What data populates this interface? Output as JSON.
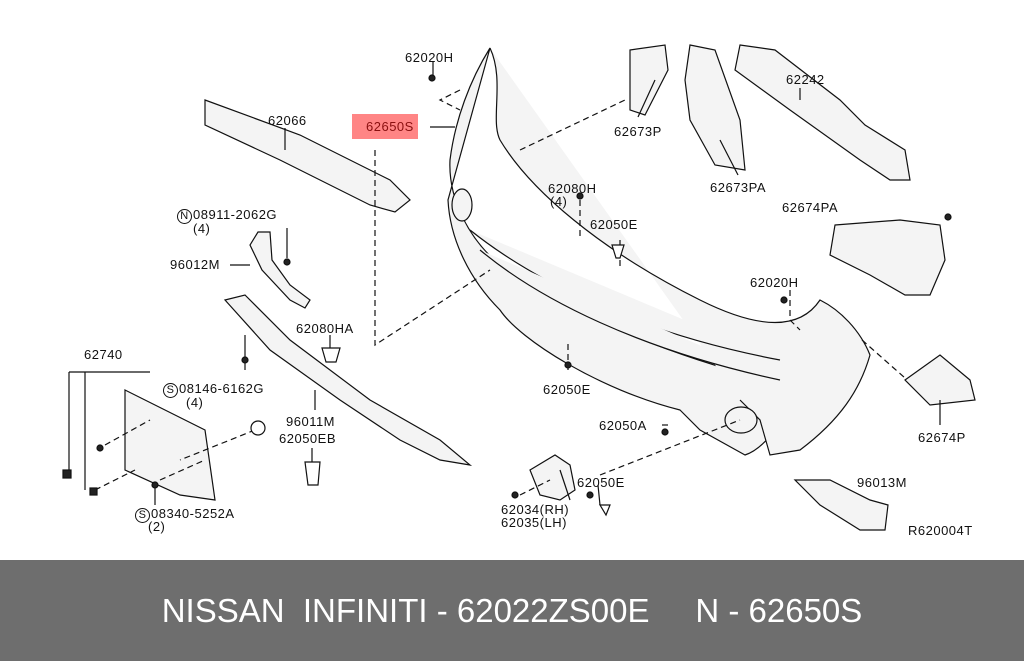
{
  "diagram": {
    "highlight_color": "#ff8585",
    "labels": {
      "p62020H_top": "62020H",
      "p62066": "62066",
      "p62650S": "62650S",
      "p62673P": "62673P",
      "p62242": "62242",
      "p62673PA": "62673PA",
      "p62674PA": "62674PA",
      "p62080H": "62080H",
      "p62080H_qty": "(4)",
      "p62050E_a": "62050E",
      "p08911": "08911-2062G",
      "p08911_prefix": "N",
      "p08911_qty": "(4)",
      "p96012M": "96012M",
      "p62020H_mid": "62020H",
      "p62080HA": "62080HA",
      "p62740": "62740",
      "p08146": "08146-6162G",
      "p08146_prefix": "S",
      "p08146_qty": "(4)",
      "p62050E_b": "62050E",
      "p96011M": "96011M",
      "p62050EB": "62050EB",
      "p62050A": "62050A",
      "p62674P": "62674P",
      "p96013M": "96013M",
      "p62050E_c": "62050E",
      "p62034": "62034(RH)",
      "p62035": "62035(LH)",
      "p08340": "08340-5252A",
      "p08340_prefix": "S",
      "p08340_qty": "(2)",
      "ref": "R620004T"
    }
  },
  "banner": {
    "text": "NISSAN  INFINITI - 62022ZS00E     N - 62650S"
  }
}
